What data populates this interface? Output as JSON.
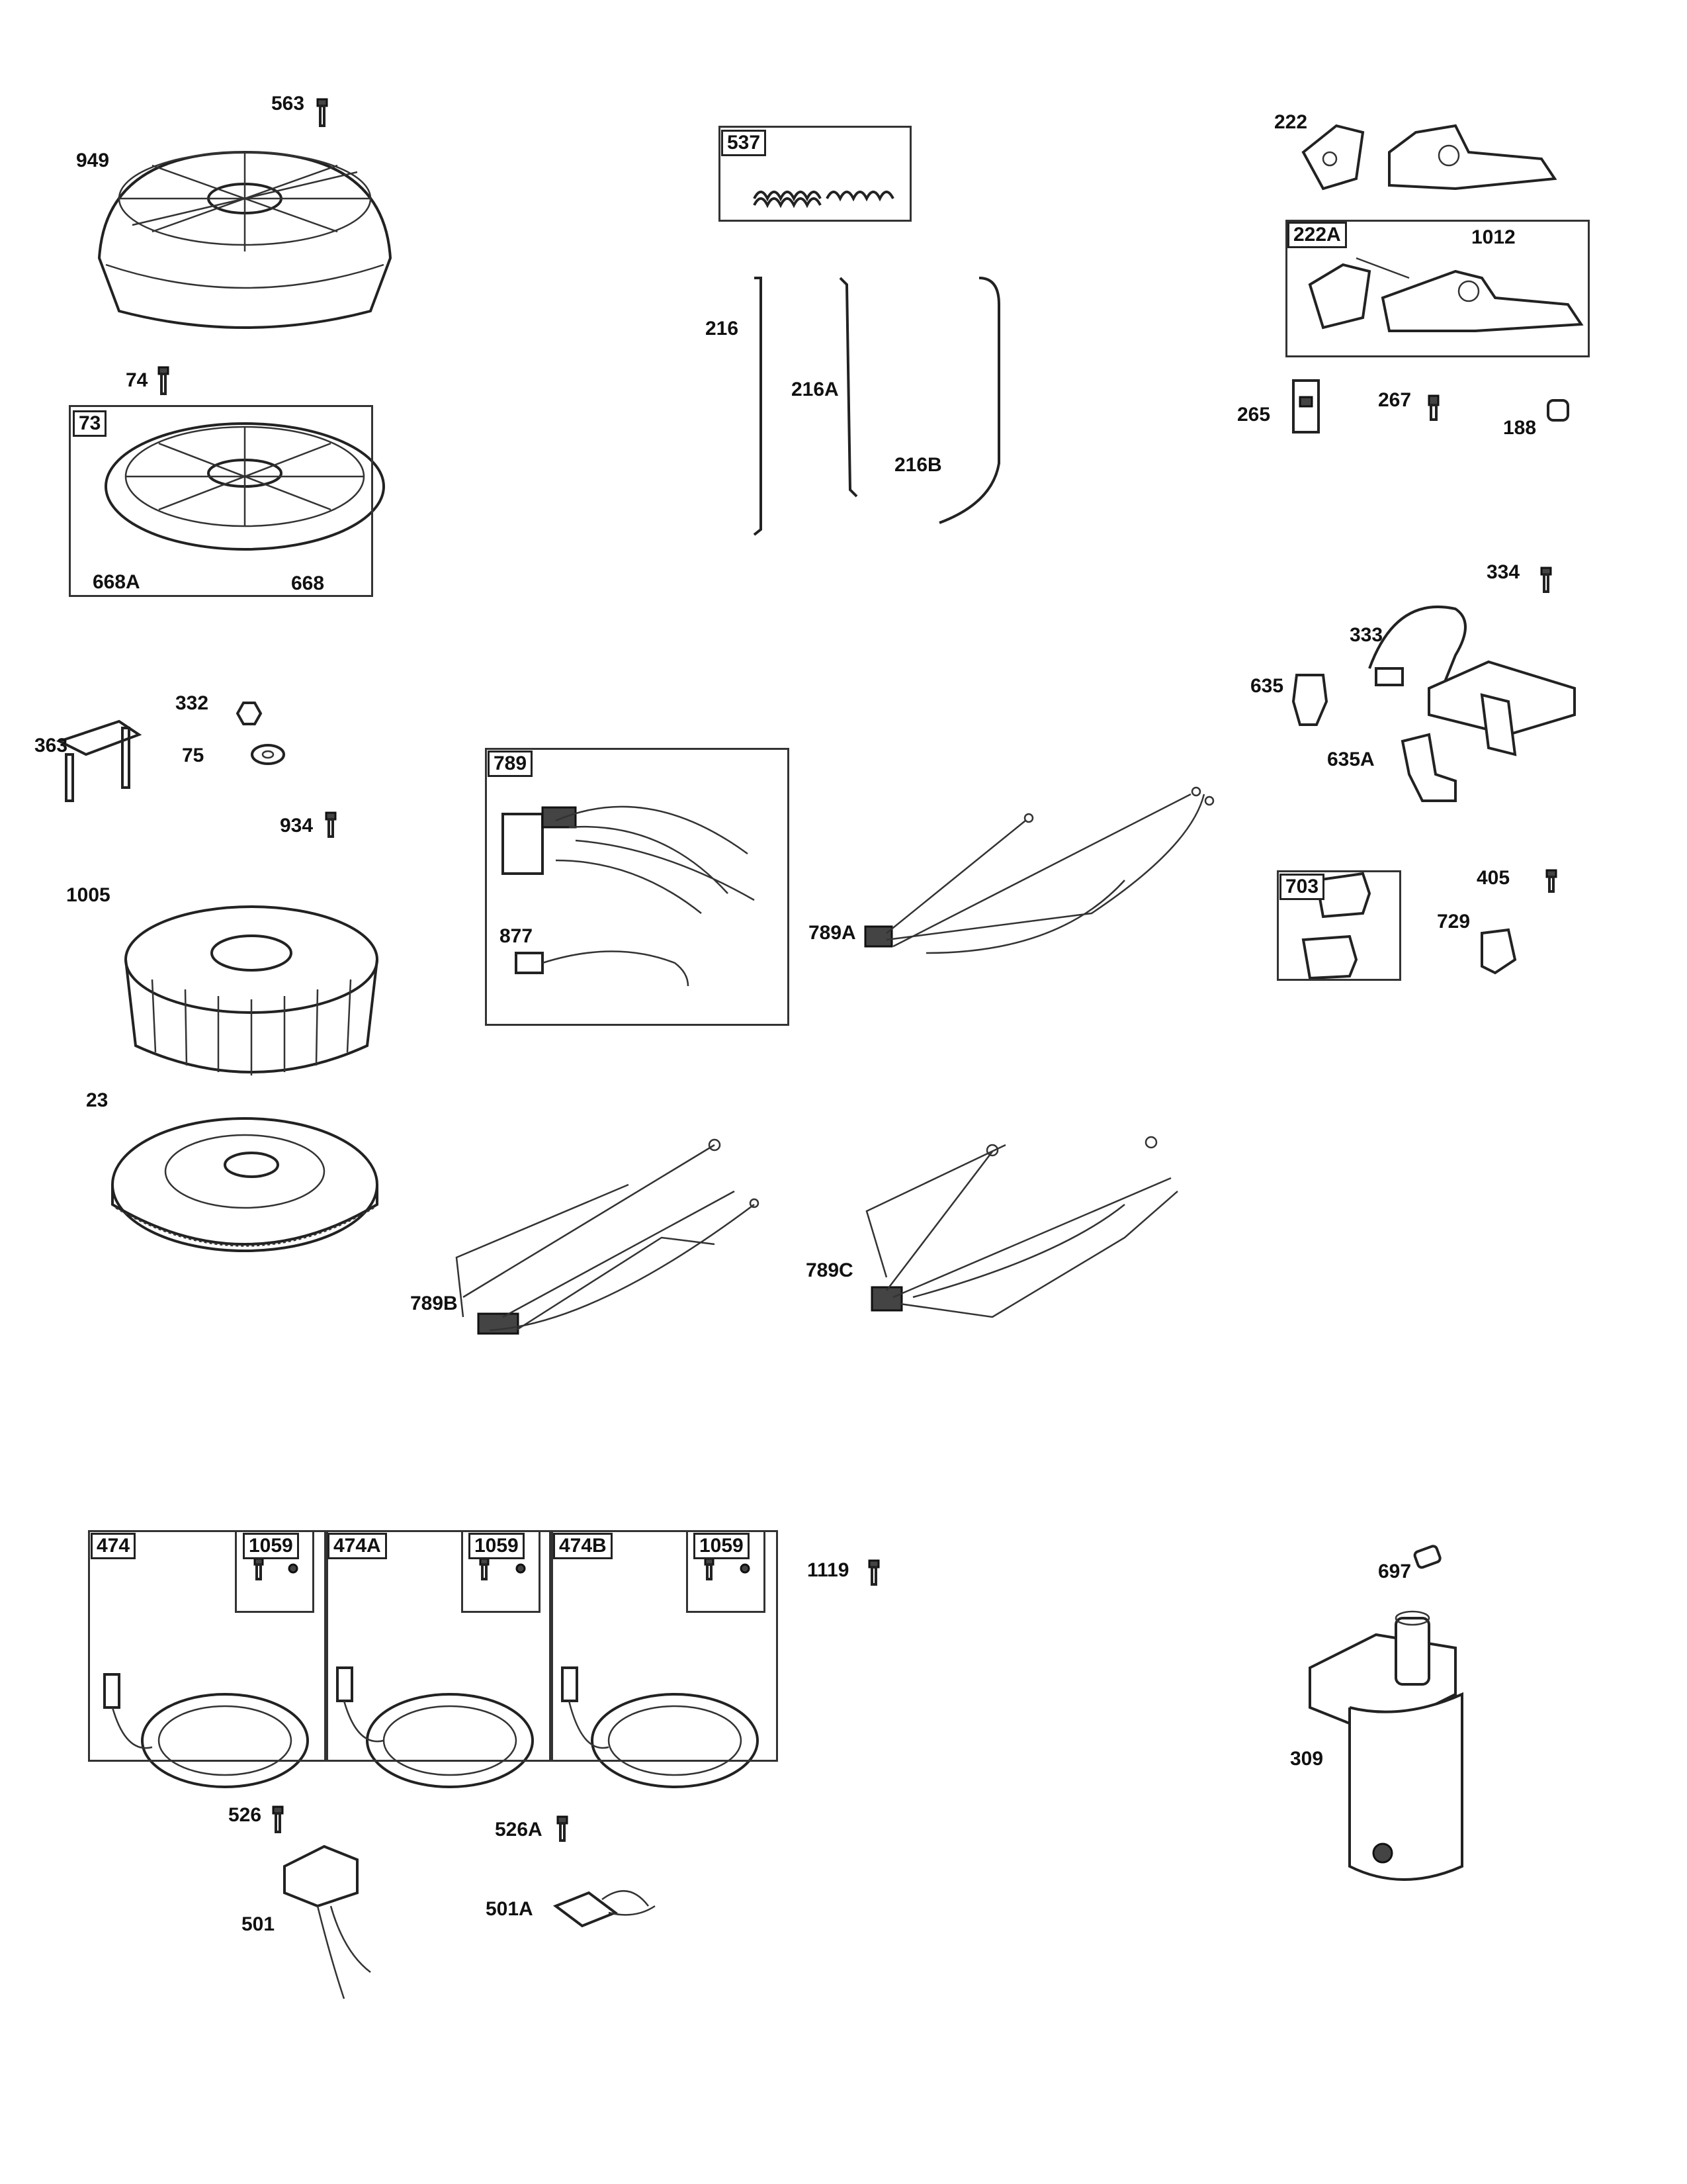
{
  "parts": {
    "p563": "563",
    "p949": "949",
    "p74": "74",
    "p73": "73",
    "p668A": "668A",
    "p668": "668",
    "p537": "537",
    "p216": "216",
    "p216A": "216A",
    "p216B": "216B",
    "p222": "222",
    "p222A": "222A",
    "p1012": "1012",
    "p265": "265",
    "p267": "267",
    "p188": "188",
    "p332": "332",
    "p363": "363",
    "p75": "75",
    "p934": "934",
    "p1005": "1005",
    "p23": "23",
    "p789": "789",
    "p877": "877",
    "p789A": "789A",
    "p789B": "789B",
    "p789C": "789C",
    "p334": "334",
    "p333": "333",
    "p635": "635",
    "p635A": "635A",
    "p703": "703",
    "p405": "405",
    "p729": "729",
    "p474": "474",
    "p474A": "474A",
    "p474B": "474B",
    "p1059a": "1059",
    "p1059b": "1059",
    "p1059c": "1059",
    "p1119": "1119",
    "p697": "697",
    "p309": "309",
    "p526": "526",
    "p501": "501",
    "p526A": "526A",
    "p501A": "501A"
  }
}
